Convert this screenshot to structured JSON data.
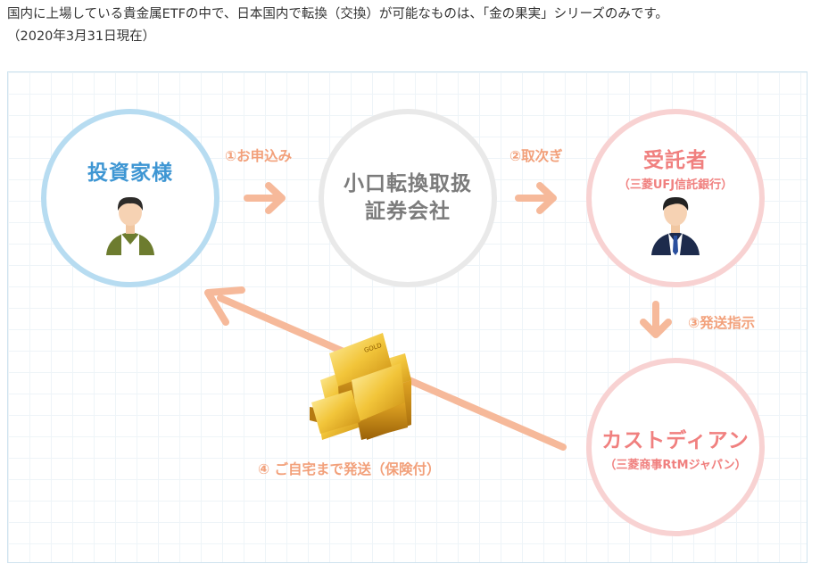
{
  "intro": {
    "line1": "国内に上場している貴金属ETFの中で、日本国内で転換（交換）が可能なものは、「金の果実」シリーズのみです。",
    "line2": "（2020年3月31日現在）"
  },
  "diagram": {
    "investor": "投資家様",
    "broker_line1": "小口転換取扱",
    "broker_line2": "証券会社",
    "trustee": "受託者",
    "trustee_sub": "（三菱UFJ信託銀行）",
    "custodian": "カストディアン",
    "custodian_sub": "（三菱商事RtMジャパン）",
    "step1": "①お申込み",
    "step2": "②取次ぎ",
    "step3": "③発送指示",
    "step4": "④ ご自宅まで発送（保険付）",
    "gold_bar_text": "GOLD"
  },
  "colors": {
    "investor_ring": "#b7dcf1",
    "broker_ring": "#e9e9e9",
    "trustee_ring": "#f8d2d2",
    "arrow": "#f6b99a",
    "label_blue": "#3e96d3",
    "label_red": "#f0807f",
    "step_text": "#f2a07a"
  },
  "icons": [
    "investor-person-icon",
    "trustee-person-icon",
    "arrow-right-icon",
    "arrow-down-icon",
    "gold-bars-image"
  ]
}
